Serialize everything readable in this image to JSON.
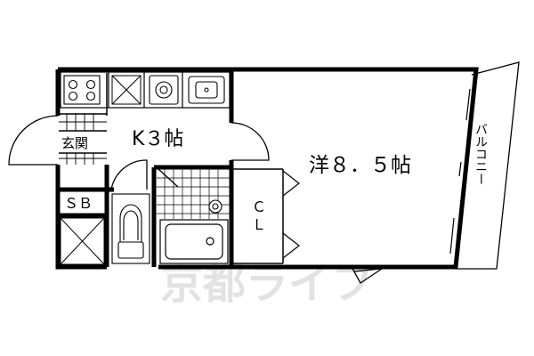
{
  "rooms": {
    "genkan": "玄関",
    "kitchen": "K３帖",
    "western": "洋８．５帖",
    "sb": "ＳＢ",
    "closet_c": "Ｃ",
    "closet_l": "Ｌ",
    "balcony": "バルコニー"
  },
  "watermark": "京都ライフ",
  "colors": {
    "wall": "#000000",
    "tile": "#000000",
    "watermark": "#e2e2e2"
  }
}
